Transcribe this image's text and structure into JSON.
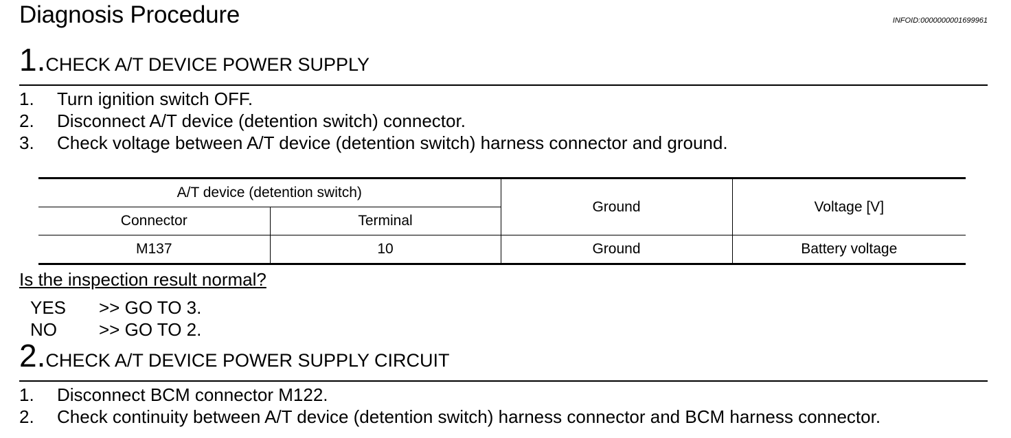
{
  "title": "Diagnosis Procedure",
  "info_id": "INFOID:0000000001699961",
  "step1": {
    "number": "1.",
    "heading": "CHECK A/T DEVICE POWER SUPPLY",
    "items": [
      {
        "n": "1.",
        "text": "Turn ignition switch OFF."
      },
      {
        "n": "2.",
        "text": "Disconnect A/T device (detention switch) connector."
      },
      {
        "n": "3.",
        "text": "Check voltage between A/T device (detention switch) harness connector and ground."
      }
    ]
  },
  "table": {
    "group_header": "A/T device (detention switch)",
    "col_connector": "Connector",
    "col_terminal": "Terminal",
    "col_ground": "Ground",
    "col_voltage": "Voltage [V]",
    "row": {
      "connector": "M137",
      "terminal": "10",
      "ground": "Ground",
      "voltage": "Battery voltage"
    }
  },
  "question": "Is the inspection result normal?",
  "answers": [
    {
      "key": "YES",
      "value": ">> GO TO 3."
    },
    {
      "key": "NO",
      "value": ">> GO TO 2."
    }
  ],
  "step2": {
    "number": "2.",
    "heading": "CHECK A/T DEVICE POWER SUPPLY CIRCUIT",
    "items": [
      {
        "n": "1.",
        "text": "Disconnect BCM connector M122."
      },
      {
        "n": "2.",
        "text": "Check continuity between A/T device (detention switch) harness connector and BCM harness connector."
      }
    ]
  }
}
